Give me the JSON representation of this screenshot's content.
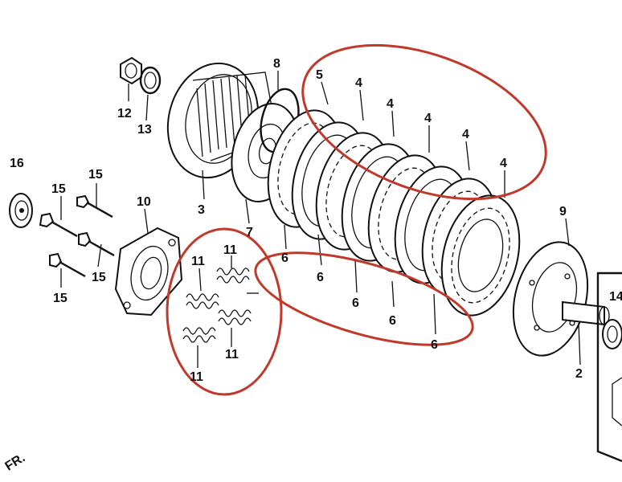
{
  "callouts": {
    "c1": "12",
    "c2": "13",
    "c3": "8",
    "c4": "5",
    "c5": "4",
    "c6": "4",
    "c7": "4",
    "c8": "4",
    "c9": "4",
    "c10": "16",
    "c11": "15",
    "c12": "15",
    "c13": "3",
    "c14": "7",
    "c15": "10",
    "c16": "15",
    "c17": "15",
    "c18": "9",
    "c19": "6",
    "c20": "6",
    "c21": "6",
    "c22": "6",
    "c23": "6",
    "c24": "11",
    "c25": "11",
    "c26": "11",
    "c27": "11",
    "c28": "2",
    "c29": "14"
  },
  "direction_mark": "FR.",
  "colors": {
    "line": "#111111",
    "highlight": "#c0392b",
    "background": "#ffffff"
  }
}
